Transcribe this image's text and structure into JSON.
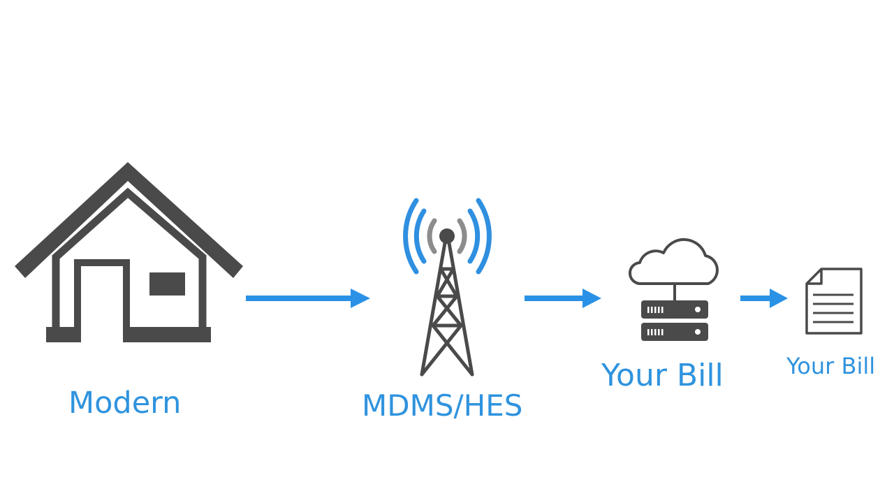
{
  "colors": {
    "icon": "#4a4a4b",
    "signal_outer": "#2f8fe0",
    "signal_inner": "#8c8c8c",
    "arrow": "#2a92e6",
    "label": "#2f93de"
  },
  "nodes": [
    {
      "id": "house",
      "icon": "house-icon",
      "label": "Modern"
    },
    {
      "id": "tower",
      "icon": "antenna-tower-icon",
      "label": "MDMS/HES"
    },
    {
      "id": "server",
      "icon": "cloud-server-icon",
      "label": "Your Bill"
    },
    {
      "id": "doc",
      "icon": "document-icon",
      "label": "Your Bill"
    }
  ],
  "connections": [
    {
      "from": "house",
      "to": "tower"
    },
    {
      "from": "tower",
      "to": "server"
    },
    {
      "from": "server",
      "to": "doc"
    }
  ]
}
